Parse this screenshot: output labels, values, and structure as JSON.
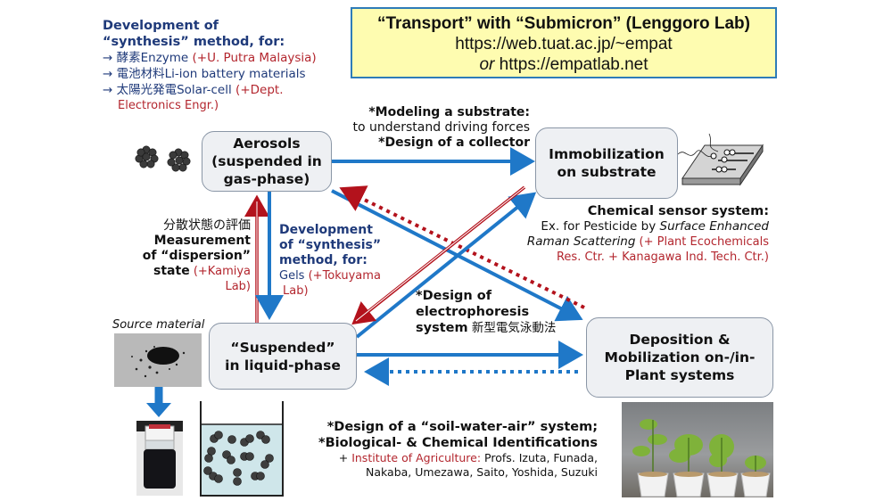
{
  "title_box": {
    "line1": "“Transport” with “Submicron” (Lenggoro Lab)",
    "line2": "https://web.tuat.ac.jp/~empat",
    "line3_or": "or",
    "line3_url": " https://empatlab.net"
  },
  "synthesis_top": {
    "heading1": "Development of",
    "heading2": "“synthesis” method, for:",
    "items": [
      {
        "arrow": "→",
        "text": " 酵素Enzyme ",
        "partner": "(+U. Putra Malaysia)"
      },
      {
        "arrow": "→",
        "text": " 電池材料Li-ion battery materials",
        "partner": ""
      },
      {
        "arrow": "→",
        "text": " 太陽光発電Solar-cell ",
        "partner": "(+Dept."
      }
    ],
    "partner_cont": "Electronics Engr.)"
  },
  "nodes": {
    "aerosols": [
      "Aerosols",
      "(suspended in",
      "gas-phase)"
    ],
    "immobilization": [
      "Immobilization",
      "on substrate"
    ],
    "suspended": [
      "“Suspended”",
      "in liquid-phase"
    ],
    "deposition": [
      "Deposition &",
      "Mobilization on-/in-",
      "Plant systems"
    ]
  },
  "modeling": {
    "line1": "*Modeling a substrate:",
    "line2": "to understand driving forces",
    "line3": "*Design of a collector"
  },
  "chemical_sensor": {
    "heading": "Chemical sensor system:",
    "line2_prefix": "Ex. for Pesticide by ",
    "line2_italic": "Surface Enhanced",
    "line3_italic": "Raman Scattering",
    "line3_partner": "  (+ Plant Ecochemicals",
    "line4_partner": "Res. Ctr. + Kanagawa Ind. Tech. Ctr.)"
  },
  "dispersion": {
    "jp": "分散状態の評価",
    "line1": "Measurement",
    "line2": "of “dispersion”",
    "line3": "state",
    "partner1": " (+Kamiya",
    "partner2": "Lab)"
  },
  "synthesis_mid": {
    "line1": "Development",
    "line2": "of “synthesis”",
    "line3": "method, for:",
    "gels": "Gels",
    "partner1": " (+Tokuyama",
    "partner2": "Lab)"
  },
  "electrophoresis": {
    "line1": "*Design of",
    "line2": "electrophoresis",
    "line3_bold": "system",
    "line3_jp": " 新型電気泳動法"
  },
  "source_material": {
    "caption": "Source material"
  },
  "soil_system": {
    "line1": "*Design of a “soil-water-air” system;",
    "line2": "*Biological- & Chemical Identifications",
    "line3_plus": "+ ",
    "line3_partner": "Institute of Agriculture:",
    "line3_rest": " Profs. Izuta, Funada,",
    "line4": "Nakaba, Umezawa, Saito, Yoshida, Suzuki"
  },
  "colors": {
    "blue_arrow": "#1f78c8",
    "red_arrow": "#b3121c",
    "navy_text": "#1f3a7a",
    "partner_red": "#b3262e",
    "title_fill": "#fefcb0",
    "title_border": "#2e7cb8",
    "node_fill": "#eef0f3"
  }
}
